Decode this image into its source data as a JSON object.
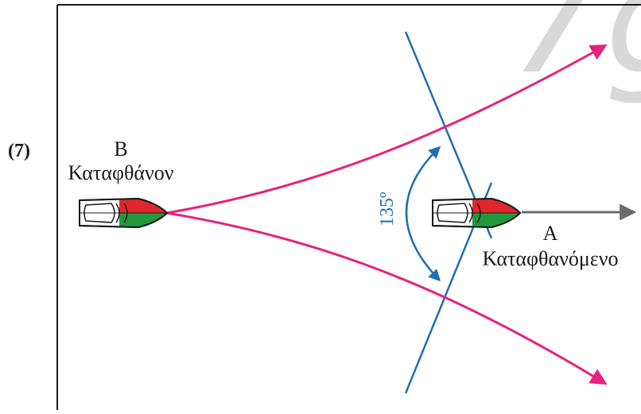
{
  "figure": {
    "number_label": "(7)",
    "watermark": "7g",
    "boat_b": {
      "letter": "B",
      "name": "Καταφθάνον"
    },
    "boat_a": {
      "letter": "A",
      "name": "Καταφθανόμενο"
    },
    "angle_label": "135º",
    "colors": {
      "path_magenta": "#e8217f",
      "bearing_blue": "#1e6fb0",
      "heading_gray": "#6b6b6b",
      "port_red": "#e3262e",
      "starboard_green": "#1f9a3e",
      "frame": "#1a1a1a"
    }
  }
}
